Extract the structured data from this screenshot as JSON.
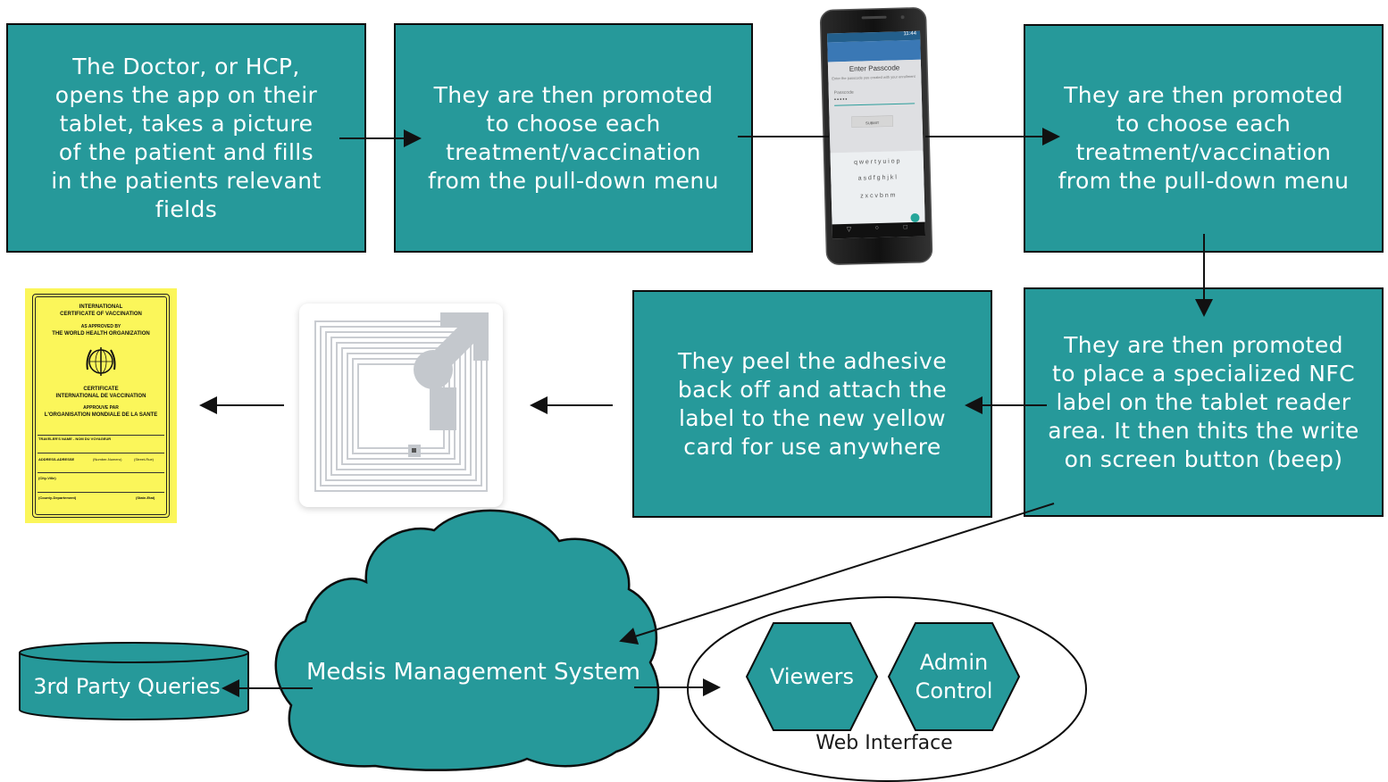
{
  "steps": {
    "step1": "The Doctor, or HCP,\nopens the app on their\ntablet, takes a picture\nof the patient and fills\nin the patients relevant\nfields",
    "step2": "They are then promoted\nto choose each\ntreatment/vaccination\nfrom the pull-down menu",
    "step3": "They are then promoted\nto choose each\ntreatment/vaccination\nfrom the pull-down menu",
    "step4": "They are then promoted\nto place a specialized NFC\nlabel on the tablet reader\narea.  It then thits the write\non screen button (beep)",
    "step5": "They peel the adhesive\nback off and attach the\nlabel to the new yellow\ncard for use anywhere"
  },
  "phone": {
    "title": "Enter Passcode",
    "subtitle": "Enter the passcode you created with your enrollment",
    "field_label": "Passcode",
    "field_value": "•••••",
    "submit": "SUBMIT",
    "status_time": "11:44",
    "keyboard_rows": [
      "q w e r t y u i o p",
      "a s d f g h j k l",
      "z x c v b n m"
    ]
  },
  "certificate": {
    "line1": "INTERNATIONAL",
    "line2": "CERTIFICATE OF VACCINATION",
    "line3": "AS APPROVED BY",
    "line4": "THE WORLD HEALTH ORGANIZATION",
    "line5": "CERTIFICATE",
    "line6": "INTERNATIONAL DE VACCINATION",
    "line7": "APPROUVE PAR",
    "line8": "L'ORGANISATION MONDIALE DE LA SANTE",
    "field1": "TRAVELER'S NAME - NOM DU VOYAGEUR",
    "field2": "ADDRESS-ADRESSE",
    "field2b": "(Number-Numero)",
    "field2c": "(Street-Rue)",
    "field3": "(City-Ville)",
    "field4": "(County-Departement)",
    "field4b": "(State-Etat)"
  },
  "system": {
    "cloud_label": "Medsis Management System",
    "queries_label": "3rd Party Queries",
    "viewers_label": "Viewers",
    "admin_label": "Admin\nControl",
    "web_label": "Web Interface"
  },
  "colors": {
    "teal": "#26999a",
    "border": "#0c0c0c",
    "yellow": "#fbf65a"
  }
}
